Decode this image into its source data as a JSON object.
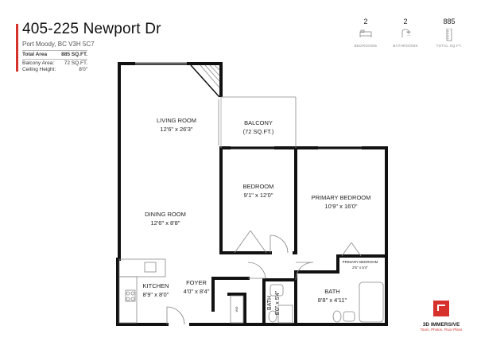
{
  "header": {
    "title": "405-225 Newport Dr",
    "subtitle": "Port Moody, BC V3H 5C7",
    "total_area_label": "Total Area",
    "total_area_value": "885 SQ.FT.",
    "balcony_area_label": "Balcony Area:",
    "balcony_area_value": "72 SQ.FT.",
    "ceiling_height_label": "Ceiling Height:",
    "ceiling_height_value": "8'0\""
  },
  "stats": [
    {
      "value": "2",
      "label": "BEDROOMS",
      "icon": "bed-icon"
    },
    {
      "value": "2",
      "label": "BATHROOMS",
      "icon": "shower-icon"
    },
    {
      "value": "885",
      "label": "TOTAL SQ.FT.",
      "icon": "ruler-icon"
    }
  ],
  "rooms": {
    "living_name": "LIVING ROOM",
    "living_dim": "12'6\" x 26'3\"",
    "balcony_name": "BALCONY",
    "balcony_dim": "(72 SQ.FT.)",
    "bedroom_name": "BEDROOM",
    "bedroom_dim": "9'1\" x 12'0\"",
    "primary_name": "PRIMARY BEDROOM",
    "primary_dim": "10'9\" x 16'0\"",
    "dining_name": "DINING ROOM",
    "dining_dim": "12'6\" x 8'8\"",
    "primary_closet_name": "PRIMARY BEDROOM",
    "primary_closet_dim": "2'6\" x 5'4\"",
    "kitchen_name": "KITCHEN",
    "kitchen_dim": "8'9\" x 8'0\"",
    "foyer_name": "FOYER",
    "foyer_dim": "4'0\" x 8'4\"",
    "washer_label": "W/D",
    "bath1_name": "BATH",
    "bath1_dim": "8'0\" x 5'4\"",
    "bath2_name": "BATH",
    "bath2_dim": "8'8\" x 4'11\""
  },
  "brand": {
    "name": "3D IMMERSIVE",
    "tagline": "Tours. Photos. Floor Plans"
  },
  "colors": {
    "accent": "#d6312b",
    "wall": "#111111"
  }
}
